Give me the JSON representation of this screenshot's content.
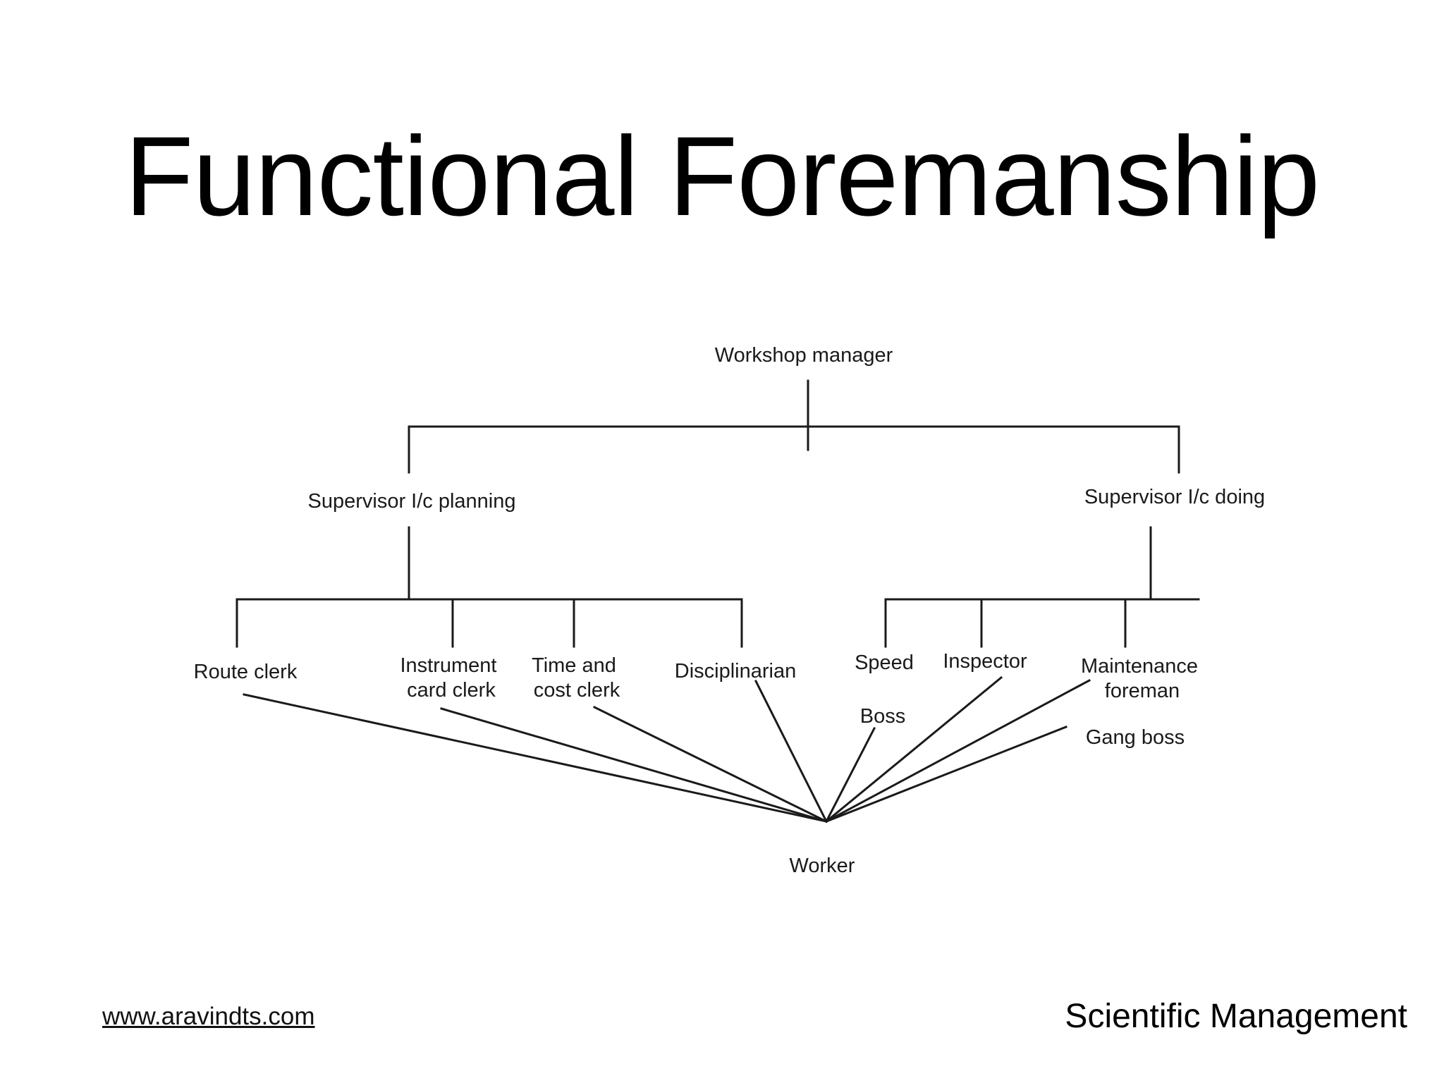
{
  "slide": {
    "title": "Functional Foremanship",
    "footer_link": "www.aravindts.com",
    "footer_right": "Scientific Management"
  },
  "chart": {
    "workshop_manager": "Workshop manager",
    "supervisor_planning": "Supervisor I/c planning",
    "supervisor_doing": "Supervisor I/c doing",
    "route_clerk": "Route clerk",
    "instrument_card_clerk": [
      "Instrument",
      "card clerk"
    ],
    "time_cost_clerk": [
      "Time and",
      "cost clerk"
    ],
    "disciplinarian": "Disciplinarian",
    "speed_boss": [
      "Speed",
      "Boss"
    ],
    "inspector": "Inspector",
    "maintenance_foreman": [
      "Maintenance",
      "foreman"
    ],
    "gang_boss": "Gang boss",
    "worker": "Worker"
  }
}
